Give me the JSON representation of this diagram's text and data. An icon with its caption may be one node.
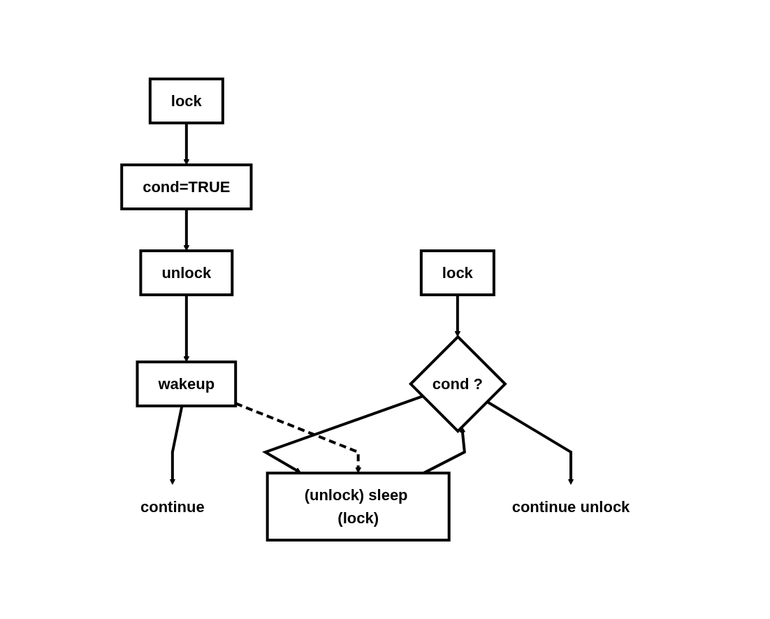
{
  "diagram": {
    "nodes": [
      {
        "text": [
          "lock"
        ]
      },
      {
        "text": [
          "cond ?"
        ]
      },
      {
        "text": [
          "(unlock) sleep (lock)"
        ]
      },
      {
        "text": [
          "continue unlock"
        ]
      },
      {
        "text": [
          "lock"
        ]
      },
      {
        "text": [
          "cond=TRUE"
        ]
      },
      {
        "text": [
          "unlock"
        ]
      },
      {
        "text": [
          "wakeup"
        ]
      },
      {
        "text": [
          "continue"
        ]
      }
    ],
    "edges": [
      {
        "from": 0,
        "to": 1,
        "arrow": "to"
      },
      {
        "from": 1,
        "to": 3,
        "arrow": "to"
      },
      {
        "from": 1,
        "to": 2,
        "arrow": "to"
      },
      {
        "from": 2,
        "to": 1,
        "arrow": "to"
      },
      {
        "from": 4,
        "to": 5,
        "arrow": "to"
      },
      {
        "from": 5,
        "to": 6,
        "arrow": "to"
      },
      {
        "from": 6,
        "to": 7,
        "arrow": "to"
      },
      {
        "from": 7,
        "to": 8,
        "arrow": "to"
      },
      {
        "from": 7,
        "to": 2,
        "arrow": "to",
        "style": "dashed"
      }
    ]
  }
}
